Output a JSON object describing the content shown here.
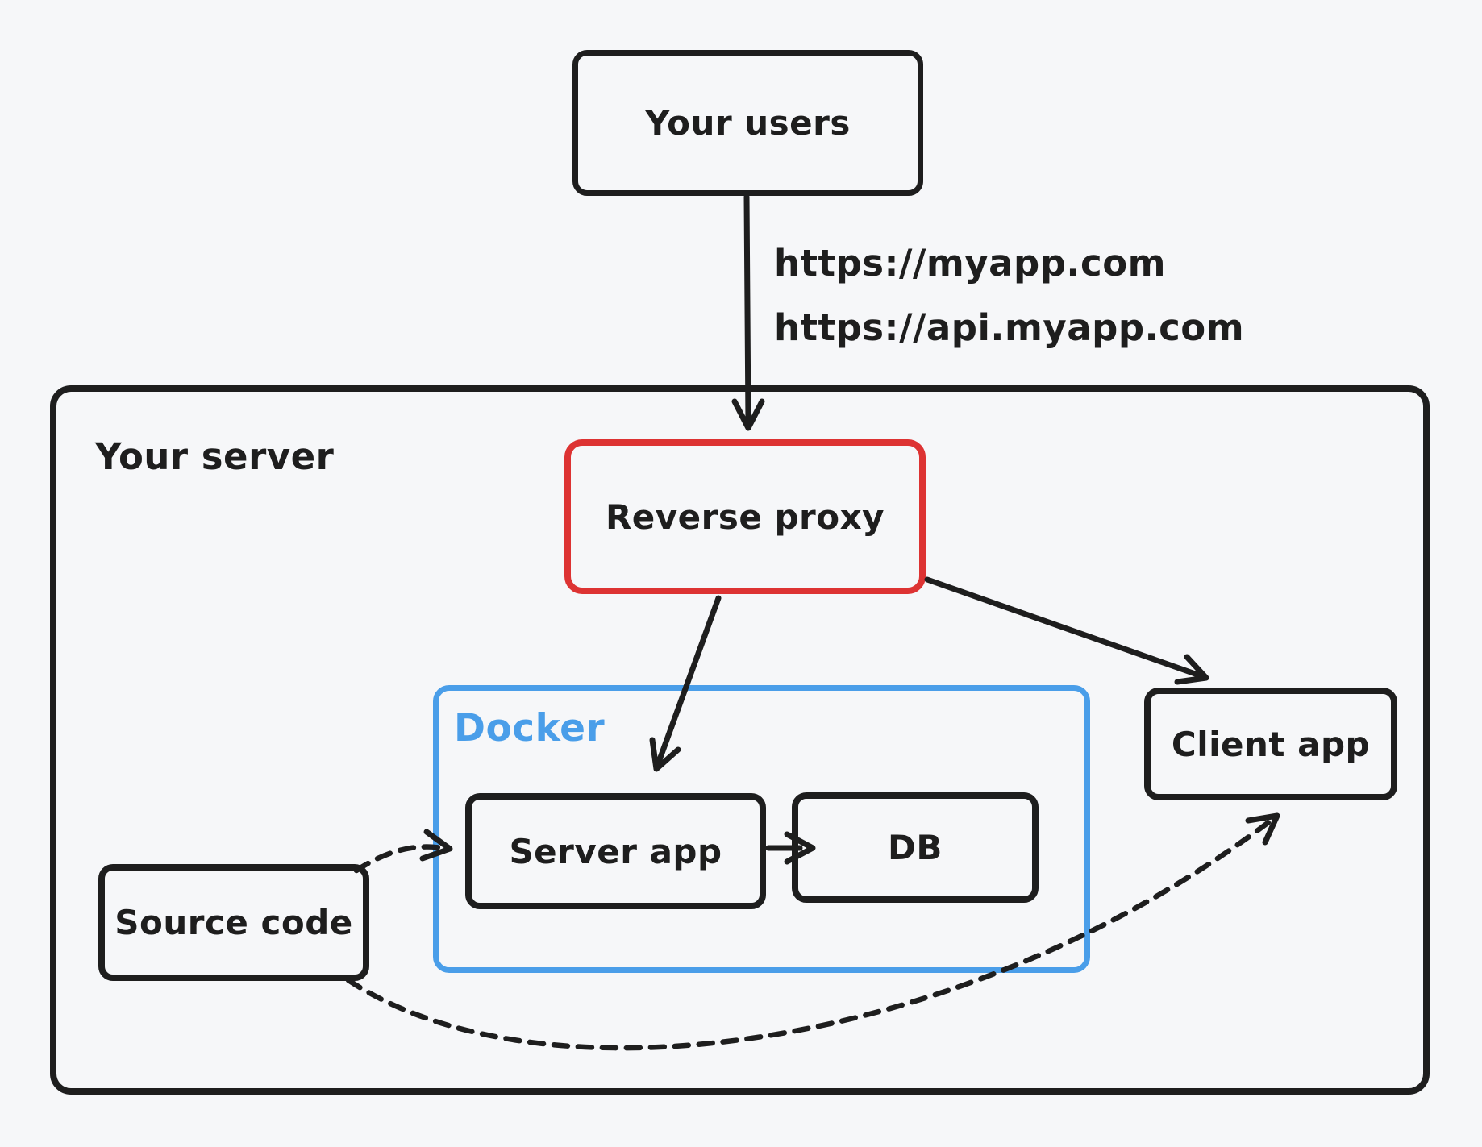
{
  "canvas": {
    "background_color": "#f6f7f9",
    "ink_color": "#1e1e1e",
    "accent_red": "#dd3333",
    "accent_blue": "#4a9ee9"
  },
  "nodes": {
    "your_users": {
      "label": "Your users"
    },
    "your_server": {
      "label": "Your server"
    },
    "reverse_proxy": {
      "label": "Reverse proxy",
      "border_color": "#dd3333"
    },
    "docker": {
      "label": "Docker",
      "border_color": "#4a9ee9"
    },
    "server_app": {
      "label": "Server app"
    },
    "db": {
      "label": "DB"
    },
    "client_app": {
      "label": "Client app"
    },
    "source_code": {
      "label": "Source code"
    }
  },
  "edges": {
    "users_to_reverse_proxy": {
      "style": "solid",
      "label_line1": "https://myapp.com",
      "label_line2": "https://api.myapp.com"
    },
    "reverse_proxy_to_server_app": {
      "style": "solid"
    },
    "reverse_proxy_to_client_app": {
      "style": "solid"
    },
    "server_app_to_db": {
      "style": "solid"
    },
    "source_code_to_server_app": {
      "style": "dashed"
    },
    "source_code_to_client_app": {
      "style": "dashed"
    }
  }
}
